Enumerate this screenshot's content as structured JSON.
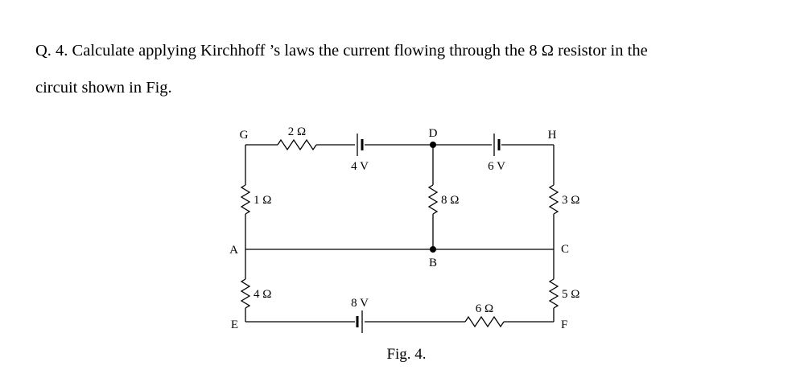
{
  "question": {
    "line1": "Q. 4. Calculate applying Kirchhoff ’s laws the current flowing through the 8 Ω resistor in the",
    "line2": "circuit shown in Fig."
  },
  "figure": {
    "caption": "Fig. 4.",
    "nodes": {
      "g": "G",
      "d": "D",
      "h": "H",
      "a": "A",
      "b": "B",
      "c": "C",
      "e": "E",
      "f": "F"
    },
    "components": {
      "r_2ohm": "2 Ω",
      "bat_4v": "4 V",
      "bat_6v": "6 V",
      "r_1ohm": "1 Ω",
      "r_8ohm": "8 Ω",
      "r_3ohm": "3 Ω",
      "r_4ohm": "4 Ω",
      "r_5ohm": "5 Ω",
      "bat_8v": "8 V",
      "r_6ohm": "6 Ω"
    }
  }
}
